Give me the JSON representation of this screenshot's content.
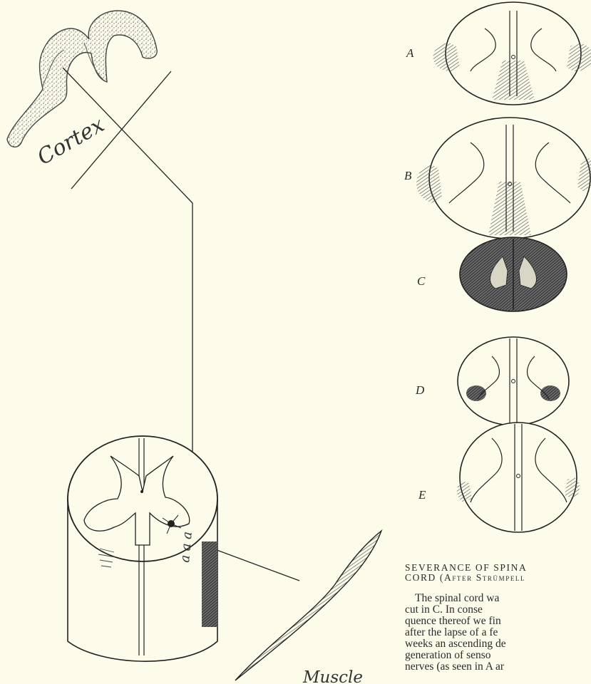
{
  "figure": {
    "cortex_label": "Cortex",
    "muscle_label": "Muscle",
    "cord_marks": "a a a"
  },
  "sections": [
    {
      "label": "A"
    },
    {
      "label": "B"
    },
    {
      "label": "C"
    },
    {
      "label": "D"
    },
    {
      "label": "E"
    }
  ],
  "caption": {
    "title_line1": "SEVERANCE OF SPINA",
    "title_line2": "CORD (After Strümpell",
    "body_lines": [
      "The spinal cord wa",
      "cut in C. In conse",
      "quence thereof we fin",
      "after the lapse of a fe",
      "weeks an ascending de",
      "generation of senso",
      "nerves (as seen in A ar"
    ]
  }
}
